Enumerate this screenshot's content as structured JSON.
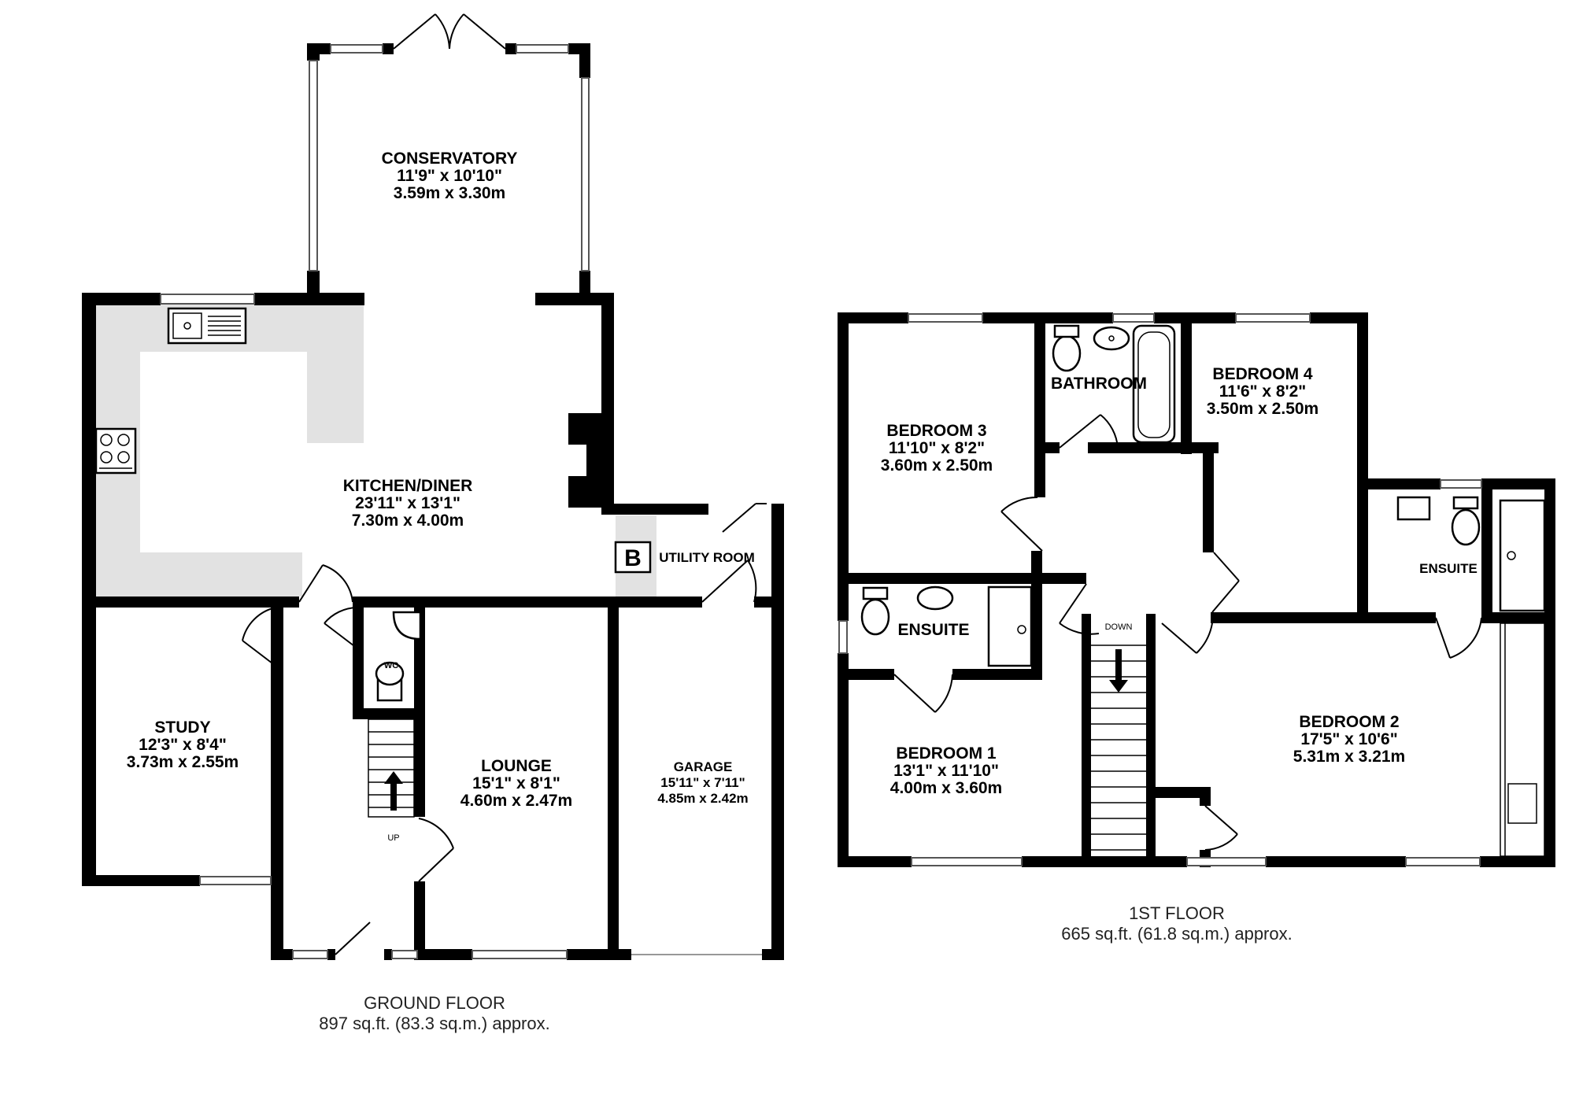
{
  "ground_floor": {
    "title": "GROUND FLOOR",
    "area": "897 sq.ft. (83.3 sq.m.) approx.",
    "rooms": {
      "conservatory": {
        "name": "CONSERVATORY",
        "imperial": "11'9\"  x 10'10\"",
        "metric": "3.59m  x 3.30m"
      },
      "kitchen": {
        "name": "KITCHEN/DINER",
        "imperial": "23'11\"  x 13'1\"",
        "metric": "7.30m  x 4.00m"
      },
      "study": {
        "name": "STUDY",
        "imperial": "12'3\"  x 8'4\"",
        "metric": "3.73m  x 2.55m"
      },
      "lounge": {
        "name": "LOUNGE",
        "imperial": "15'1\"  x 8'1\"",
        "metric": "4.60m  x 2.47m"
      },
      "garage": {
        "name": "GARAGE",
        "imperial": "15'11\"  x 7'11\"",
        "metric": "4.85m  x 2.42m"
      },
      "utility": {
        "name": "UTILITY ROOM"
      },
      "wc": {
        "name": "WC"
      }
    },
    "boiler_label": "B",
    "stair_label": "UP"
  },
  "first_floor": {
    "title": "1ST FLOOR",
    "area": "665 sq.ft. (61.8 sq.m.) approx.",
    "rooms": {
      "bedroom3": {
        "name": "BEDROOM 3",
        "imperial": "11'10\"  x 8'2\"",
        "metric": "3.60m  x 2.50m"
      },
      "bathroom": {
        "name": "BATHROOM"
      },
      "bedroom4": {
        "name": "BEDROOM 4",
        "imperial": "11'6\"  x 8'2\"",
        "metric": "3.50m  x 2.50m"
      },
      "ensuite1": {
        "name": "ENSUITE"
      },
      "ensuite2": {
        "name": "ENSUITE"
      },
      "bedroom1": {
        "name": "BEDROOM 1",
        "imperial": "13'1\"  x 11'10\"",
        "metric": "4.00m  x 3.60m"
      },
      "bedroom2": {
        "name": "BEDROOM 2",
        "imperial": "17'5\"  x 10'6\"",
        "metric": "5.31m  x 3.21m"
      }
    },
    "stair_label": "DOWN"
  }
}
